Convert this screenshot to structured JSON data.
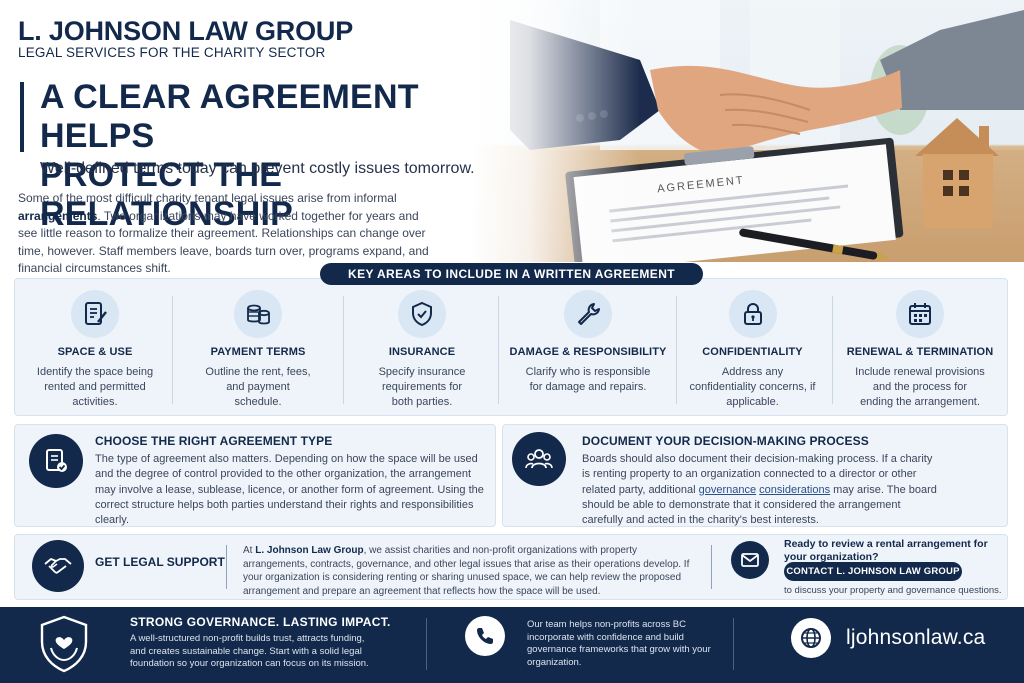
{
  "brand": {
    "name": "L. JOHNSON LAW GROUP",
    "tagline": "LEGAL SERVICES FOR THE CHARITY SECTOR"
  },
  "hero": {
    "headline_line1": "A CLEAR AGREEMENT HELPS",
    "headline_line2": "PROTECT THE RELATIONSHIP",
    "subhead": "Well-defined terms today can prevent costly issues tomorrow.",
    "intro_part1": "Some of the most difficult charity tenant legal issues arise from informal ",
    "intro_bold": "arrangements",
    "intro_part2": ". Two organizations may have worked together for years and see little reason to formalize their agreement. Relationships can change over time, however. Staff members leave, boards turn over, programs expand, and financial circumstances shift.",
    "document_label": "AGREEMENT"
  },
  "key_areas": {
    "heading": "KEY AREAS TO INCLUDE IN A WRITTEN AGREEMENT",
    "items": [
      {
        "icon": "document-pen-icon",
        "title": "SPACE & USE",
        "desc": "Identify the space being rented and permitted activities."
      },
      {
        "icon": "coins-icon",
        "title": "PAYMENT TERMS",
        "desc": "Outline the rent, fees, and payment schedule."
      },
      {
        "icon": "shield-check-icon",
        "title": "INSURANCE",
        "desc": "Specify insurance requirements for both parties."
      },
      {
        "icon": "wrench-icon",
        "title": "DAMAGE & RESPONSIBILITY",
        "desc": "Clarify who is responsible for damage and repairs."
      },
      {
        "icon": "padlock-icon",
        "title": "CONFIDENTIALITY",
        "desc": "Address any confidentiality concerns, if applicable."
      },
      {
        "icon": "calendar-icon",
        "title": "RENEWAL & TERMINATION",
        "desc": "Include renewal provisions and the process for ending the arrangement."
      }
    ]
  },
  "agreement_type": {
    "title": "CHOOSE THE RIGHT AGREEMENT TYPE",
    "body": "The type of agreement also matters. Depending on how the space will be used and the degree of control provided to the other organization, the arrangement may involve a lease, sublease, licence, or another form of agreement. Using the correct structure helps both parties understand their rights and responsibilities clearly."
  },
  "decision_process": {
    "title": "DOCUMENT YOUR DECISION-MAKING PROCESS",
    "body_part1": "Boards should also document their decision-making process. If a charity is renting property to an organization connected to a director or other related party, additional ",
    "link1": "governance",
    "link2": "considerations",
    "body_part2": " may arise. The board should be able to demonstrate that it considered the arrangement carefully and acted in the charity's best interests."
  },
  "legal_support": {
    "title": "GET LEGAL SUPPORT",
    "body_prefix": "At ",
    "body_bold": "L. Johnson Law Group",
    "body_rest": ", we assist charities and non-profit organizations with property arrangements, contracts, governance, and other legal issues that arise as their operations develop. If your organization is considering renting or sharing unused space, we can help review the proposed arrangement and prepare an agreement that reflects how the space will be used.",
    "cta_question": "Ready to review a rental arrangement for your organization?",
    "cta_button": "CONTACT L. JOHNSON LAW GROUP",
    "cta_note": "to discuss your property and governance questions."
  },
  "footer": {
    "title": "STRONG GOVERNANCE. LASTING IMPACT.",
    "text": "A well-structured non-profit builds trust, attracts funding, and creates sustainable change. Start with a solid legal foundation so your organization can focus on its mission.",
    "mid_text": "Our team helps non-profits across BC incorporate with confidence and build governance frameworks that grow with your organization.",
    "url": "ljohnsonlaw.ca"
  },
  "colors": {
    "navy": "#13294b",
    "panel": "#eef4fa",
    "icon_bg": "#d9e6f3"
  }
}
